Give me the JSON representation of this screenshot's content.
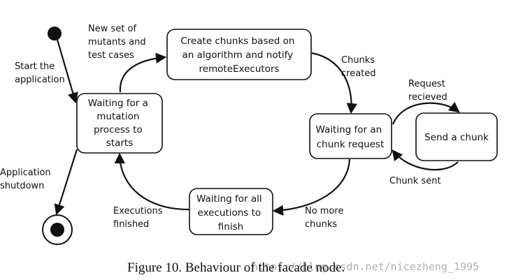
{
  "nodes": {
    "create_chunks": [
      "Create chunks based on",
      "an algorithm and notify",
      "remoteExecutors"
    ],
    "waiting_mutation": [
      "Waiting for a",
      "mutation",
      "process to",
      "starts"
    ],
    "waiting_chunk_request": [
      "Waiting for an",
      "chunk request"
    ],
    "send_chunk": [
      "Send a chunk"
    ],
    "waiting_executions": [
      "Waiting for all",
      "executions to",
      "finish"
    ]
  },
  "edges": {
    "start_application": [
      "Start the",
      "application"
    ],
    "new_set": [
      "New set of",
      "mutants and",
      "test cases"
    ],
    "chunks_created": [
      "Chunks",
      "created"
    ],
    "request_received": [
      "Request",
      "recieved"
    ],
    "chunk_sent": [
      "Chunk sent"
    ],
    "no_more_chunks": [
      "No more",
      "chunks"
    ],
    "executions_finished": [
      "Executions",
      "finished"
    ],
    "application_shutdown": [
      "Application",
      "shutdown"
    ]
  },
  "caption": "Figure 10. Behaviour of the facade node.",
  "watermark": "https://blog.csdn.net/nicezheng_1995"
}
